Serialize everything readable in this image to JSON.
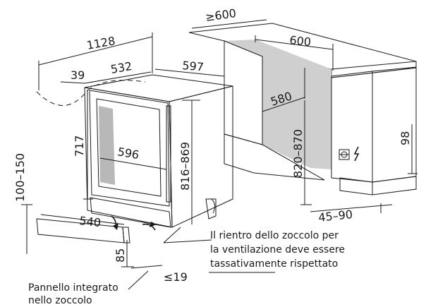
{
  "dimensions": {
    "total_door_swing": "1128",
    "depth_recess": "≥600",
    "niche_width": "600",
    "niche_depth": "580",
    "niche_height": "820–870",
    "appliance_depth": "532",
    "appliance_width": "597",
    "door_offset": "39",
    "door_width": "596",
    "door_height": "717",
    "appliance_height": "816–869",
    "plinth_height": "100–150",
    "plinth_panel_width": "540",
    "plinth_panel_height": "85",
    "plinth_thickness": "≤19",
    "socket_height": "98",
    "socket_offset": "45–90"
  },
  "notes": {
    "ventilation_line1": "Il rientro dello zoccolo per",
    "ventilation_line2": "la ventilazione deve essere",
    "ventilation_line3": "tassativamente rispettato",
    "panel_line1": "Pannello integrato",
    "panel_line2": "nello zoccolo"
  },
  "colors": {
    "line": "#1a1a1a",
    "cabinet_fill": "#ebebeb",
    "cabinet_shadow": "#cfcfcf",
    "appliance_fill": "#f2f2f2",
    "door_frame": "#d6d6d6",
    "glass_fill": "#9a9a9a"
  },
  "icons": [
    "power-socket-icon",
    "lightning-icon",
    "ventilation-arrow-icon"
  ]
}
